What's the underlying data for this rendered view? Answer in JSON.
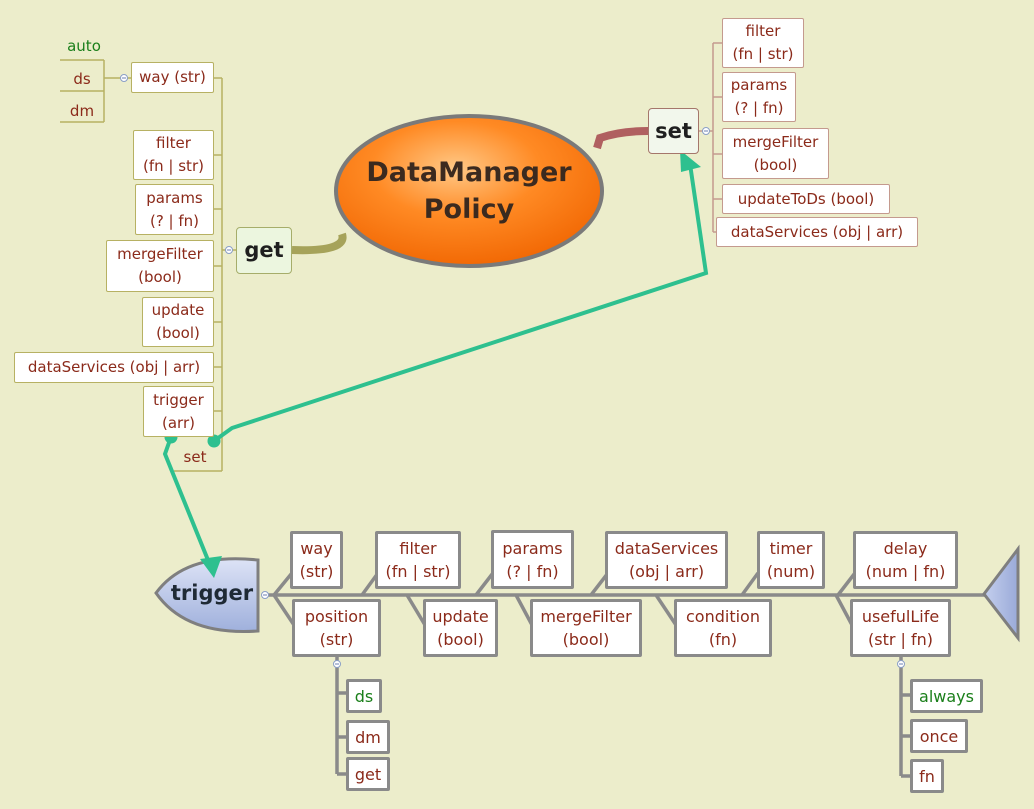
{
  "central": {
    "line1": "DataManager",
    "line2": "Policy"
  },
  "get": {
    "label": "get",
    "way": {
      "label": "way (str)",
      "options": [
        "auto",
        "ds",
        "dm"
      ]
    },
    "filter": [
      "filter",
      "(fn | str)"
    ],
    "params": [
      "params",
      "(? | fn)"
    ],
    "mergeFilter": [
      "mergeFilter",
      "(bool)"
    ],
    "update": [
      "update",
      "(bool)"
    ],
    "dataServices": "dataServices (obj | arr)",
    "trigger": [
      "trigger",
      "(arr)"
    ],
    "set": "set"
  },
  "set": {
    "label": "set",
    "filter": [
      "filter",
      "(fn | str)"
    ],
    "params": [
      "params",
      "(? | fn)"
    ],
    "mergeFilter": [
      "mergeFilter",
      "(bool)"
    ],
    "updateToDs": "updateToDs (bool)",
    "dataServices": "dataServices (obj | arr)"
  },
  "trigger": {
    "label": "trigger",
    "way": [
      "way",
      "(str)"
    ],
    "filter": [
      "filter",
      "(fn | str)"
    ],
    "params": [
      "params",
      "(? | fn)"
    ],
    "dataServices": [
      "dataServices",
      "(obj | arr)"
    ],
    "timer": [
      "timer",
      "(num)"
    ],
    "delay": [
      "delay",
      "(num | fn)"
    ],
    "position": [
      "position",
      "(str)"
    ],
    "update": [
      "update",
      "(bool)"
    ],
    "mergeFilter": [
      "mergeFilter",
      "(bool)"
    ],
    "condition": [
      "condition",
      "(fn)"
    ],
    "usefulLife": [
      "usefulLife",
      "(str | fn)"
    ],
    "position_options": [
      "ds",
      "dm",
      "get"
    ],
    "usefulLife_options": [
      "always",
      "once",
      "fn"
    ]
  },
  "colors": {
    "background": "#ecedcb",
    "label_text": "#8b2a1a",
    "option_text": "#1a7f1a",
    "get_branch": "#a6a35a",
    "set_branch": "#b06060",
    "arrow": "#2ec08f",
    "center_fill": "#ff7a10",
    "trigger_fill": "#b9c4e6"
  }
}
